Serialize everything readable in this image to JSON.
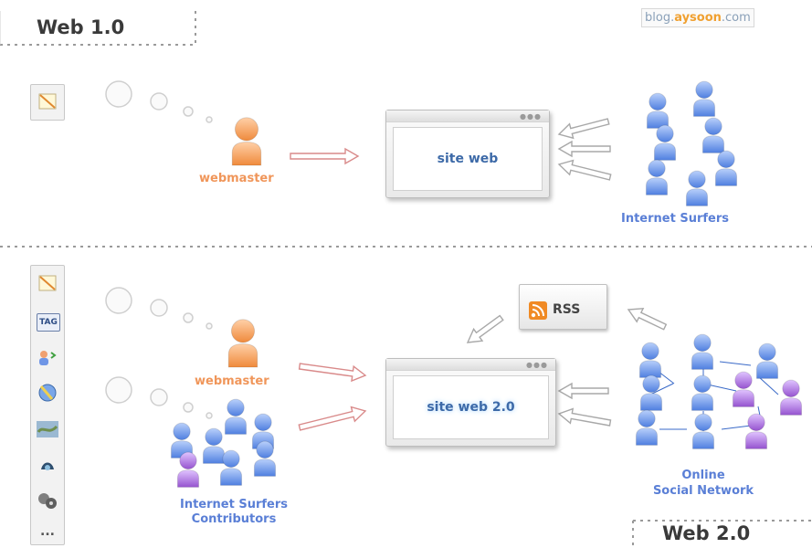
{
  "header": {
    "web1_title": "Web 1.0",
    "web2_title": "Web 2.0",
    "watermark_prefix": "blog.",
    "watermark_brand": "aysoon",
    "watermark_suffix": ".com"
  },
  "web1": {
    "webmaster_label": "webmaster",
    "site_label": "site web",
    "surfers_label": "Internet Surfers"
  },
  "web2": {
    "webmaster_label": "webmaster",
    "site_label": "site web 2.0",
    "contributors_line1": "Internet Surfers",
    "contributors_line2": "Contributors",
    "rss_label": "RSS",
    "network_line1": "Online",
    "network_line2": "Social Network",
    "tools": [
      "note-tool-icon",
      "TAG",
      "people-tool-icon",
      "globe-tool-icon",
      "map-tool-icon",
      "phone-tool-icon",
      "media-tool-icon",
      "..."
    ]
  },
  "colors": {
    "blue_person": "#6f96e6",
    "orange_person": "#f39a55",
    "purple_person": "#a46ad8",
    "title_text": "#3a3a3a",
    "site_text": "#3d6aa8",
    "label_blue": "#5a7fd6",
    "label_orange": "#f0965a"
  }
}
